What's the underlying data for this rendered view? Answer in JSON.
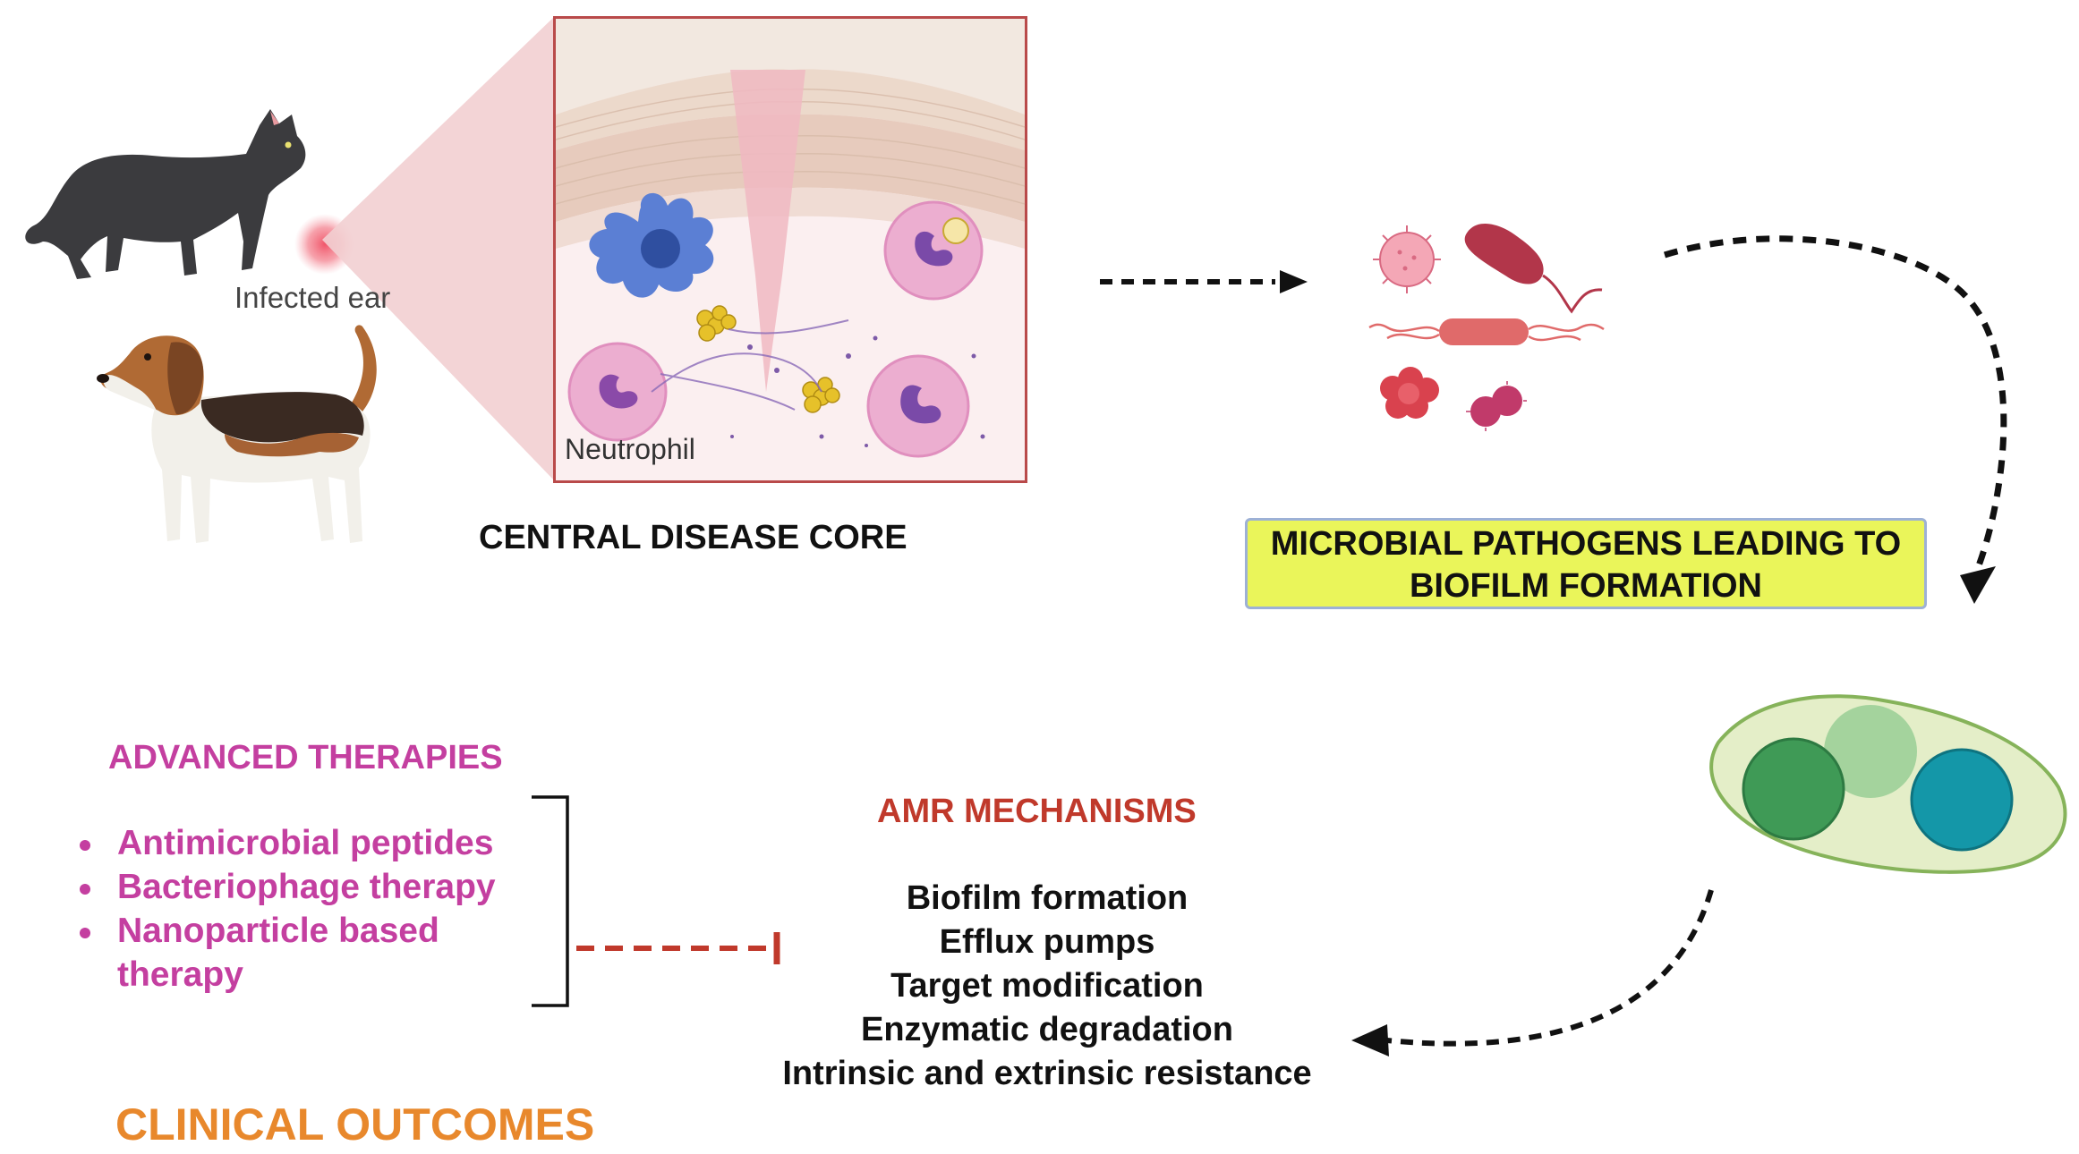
{
  "animals": {
    "ear_label": "Infected ear"
  },
  "disease_core": {
    "cell_label": "Neutrophil",
    "title": "CENTRAL DISEASE CORE"
  },
  "pathogens": {
    "title": "MICROBIAL PATHOGENS LEADING TO BIOFILM FORMATION"
  },
  "advanced_therapies": {
    "title": "ADVANCED THERAPIES",
    "items": [
      "Antimicrobial peptides",
      "Bacteriophage therapy",
      "Nanoparticle based therapy"
    ]
  },
  "amr": {
    "title": "AMR MECHANISMS",
    "items": [
      "Biofilm formation",
      "Efflux pumps",
      "Target modification",
      "Enzymatic degradation",
      "Intrinsic and extrinsic resistance"
    ]
  },
  "clinical_outcomes": {
    "title": "CLINICAL OUTCOMES"
  },
  "colors": {
    "therapy_magenta": "#c43fa0",
    "amr_red": "#c0392b",
    "outcome_orange": "#e8882c",
    "highlight_yellow": "#eaf55a",
    "inhibit_red": "#c0392b"
  }
}
